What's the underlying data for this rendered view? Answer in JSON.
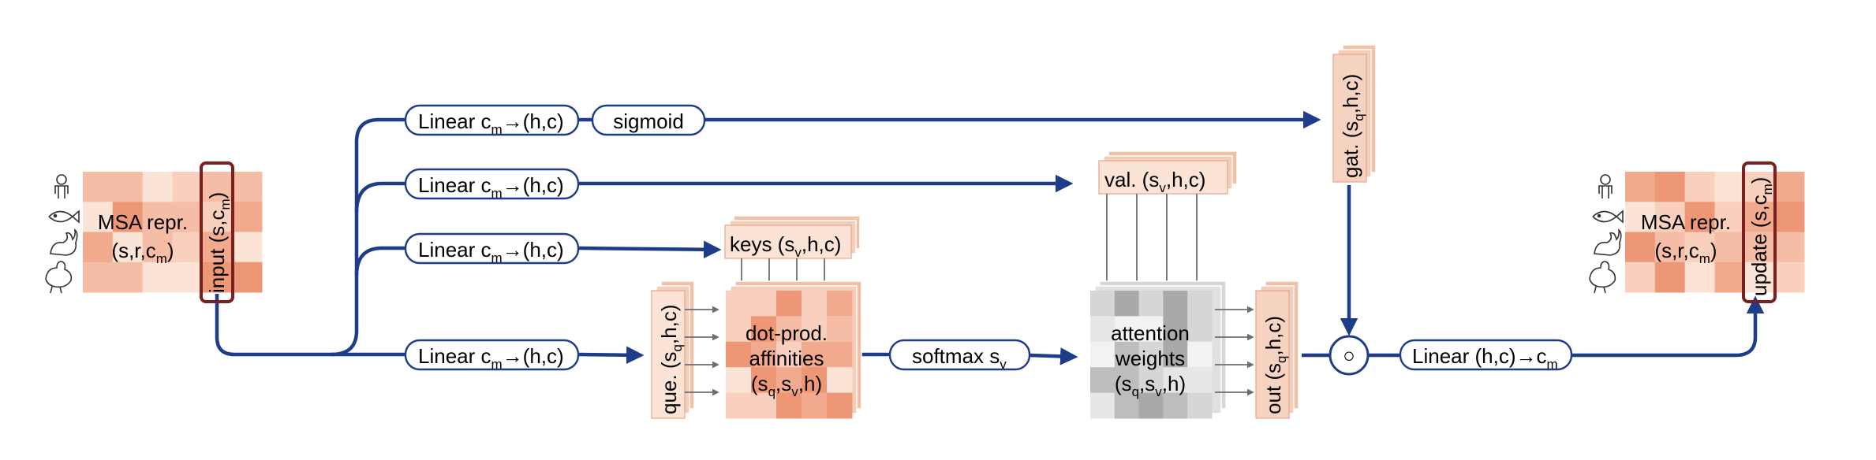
{
  "msa_input": {
    "line1": "MSA repr.",
    "line2_main": "(s,r,c",
    "line2_sub": "m",
    "line2_end": ")",
    "column_main": "input (s,c",
    "column_sub": "m",
    "column_end": ")"
  },
  "msa_output": {
    "line1": "MSA repr.",
    "line2_main": "(s,r,c",
    "line2_sub": "m",
    "line2_end": ")",
    "column_main": "update (s,c",
    "column_sub": "m",
    "column_end": ")"
  },
  "linear": {
    "main": "Linear c",
    "sub": "m",
    "end": "→(h,c)"
  },
  "sigmoid": "sigmoid",
  "keys": {
    "main": "keys (s",
    "sub": "v",
    "end": ",h,c)"
  },
  "values": {
    "main": "val. (s",
    "sub": "v",
    "end": ",h,c)"
  },
  "gate": {
    "main": "gat. (s",
    "sub": "q",
    "end": ",h,c)"
  },
  "queries": {
    "main": "que. (s",
    "sub": "q",
    "end": ",h,c)"
  },
  "affinities": {
    "line1": "dot-prod.",
    "line2": "affinities",
    "line3_a": "(s",
    "line3_sub1": "q",
    "line3_b": ",s",
    "line3_sub2": "v",
    "line3_c": ",h)"
  },
  "softmax": {
    "main": "softmax s",
    "sub": "v"
  },
  "attention": {
    "line1": "attention",
    "line2": "weights",
    "line3_a": "(s",
    "line3_sub1": "q",
    "line3_b": ",s",
    "line3_sub2": "v",
    "line3_c": ",h)"
  },
  "out": {
    "main": "out (s",
    "sub": "q",
    "end": ",h,c)"
  },
  "elementwise_symbol": "○",
  "final_linear": {
    "main": "Linear (h,c)→c",
    "sub": "m"
  },
  "colors": {
    "flow": "#1f3c88",
    "highlight": "#7b1f1f",
    "heat_light": "#fbe3d6",
    "heat_dark": "#ec8a66",
    "attention_gray": "#a9a9a9"
  },
  "icons": [
    "person-icon",
    "fish-icon",
    "rabbit-icon",
    "chicken-icon"
  ]
}
